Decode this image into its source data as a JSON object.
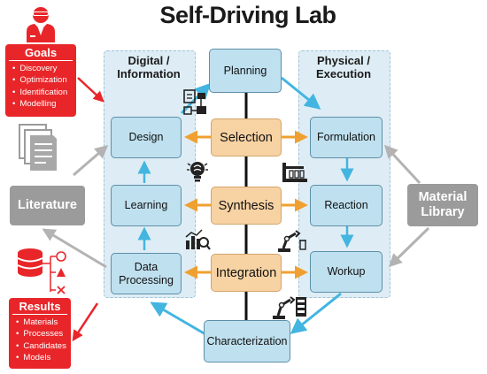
{
  "title": "Self-Driving Lab",
  "panels": {
    "digital_label": "Digital /\nInformation",
    "physical_label": "Physical /\nExecution"
  },
  "boxes": {
    "planning": "Planning",
    "design": "Design",
    "learning": "Learning",
    "data_processing": "Data\nProcessing",
    "formulation": "Formulation",
    "reaction": "Reaction",
    "workup": "Workup",
    "characterization": "Characterization"
  },
  "core": {
    "selection": "Selection",
    "synthesis": "Synthesis",
    "integration": "Integration"
  },
  "literature": "Literature",
  "material_library": "Material\nLibrary",
  "goals": {
    "title": "Goals",
    "items": [
      "Discovery",
      "Optimization",
      "Identification",
      "Modelling"
    ]
  },
  "results": {
    "title": "Results",
    "items": [
      "Materials",
      "Processes",
      "Candidates",
      "Models"
    ]
  },
  "colors": {
    "accent_red": "#e8262a",
    "panel_blue": "#deedf5",
    "box_blue": "#bfe0ef",
    "core_orange": "#f7d2a3",
    "arrow_orange": "#f0a030",
    "arrow_blue": "#43b5e0",
    "gray": "#9b9b9b"
  },
  "icons": [
    "scientist-icon",
    "document-stack-icon",
    "database-icon",
    "flowchart-icon",
    "lightbulb-brain-icon",
    "analytics-chart-icon",
    "lab-equipment-icon",
    "robot-arm-icon",
    "robot-arm-icon"
  ]
}
